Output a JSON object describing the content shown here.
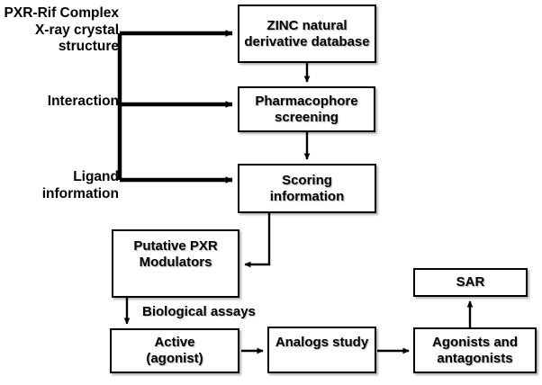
{
  "diagram": {
    "title": "PXR virtual screening workflow flowchart",
    "colors": {
      "stroke": "#000000",
      "background": "#ffffff",
      "text": "#000000"
    },
    "inputs": [
      {
        "id": "input-xray",
        "label": "PXR-Rif Complex X-ray crystal structure"
      },
      {
        "id": "input-interaction",
        "label": "Interaction"
      },
      {
        "id": "input-ligand",
        "label": "Ligand information"
      }
    ],
    "nodes": [
      {
        "id": "zinc-database",
        "line1": "ZINC natural",
        "line2": "derivative database"
      },
      {
        "id": "pharmacophore-screening",
        "line1": "Pharmacophore",
        "line2": "screening"
      },
      {
        "id": "scoring-information",
        "line1": "Scoring",
        "line2": "information"
      },
      {
        "id": "putative-pxr-modulators",
        "line1": "Putative PXR",
        "line2": "Modulators"
      },
      {
        "id": "active-agonist",
        "line1": "Active",
        "line2": "(agonist)"
      },
      {
        "id": "analogs-study",
        "line1": "Analogs study",
        "line2": ""
      },
      {
        "id": "agonists-antagonists",
        "line1": "Agonists and",
        "line2": "antagonists"
      },
      {
        "id": "sar",
        "line1": "SAR",
        "line2": ""
      }
    ],
    "edge_labels": [
      {
        "id": "biological-assays",
        "label": "Biological assays"
      }
    ]
  }
}
